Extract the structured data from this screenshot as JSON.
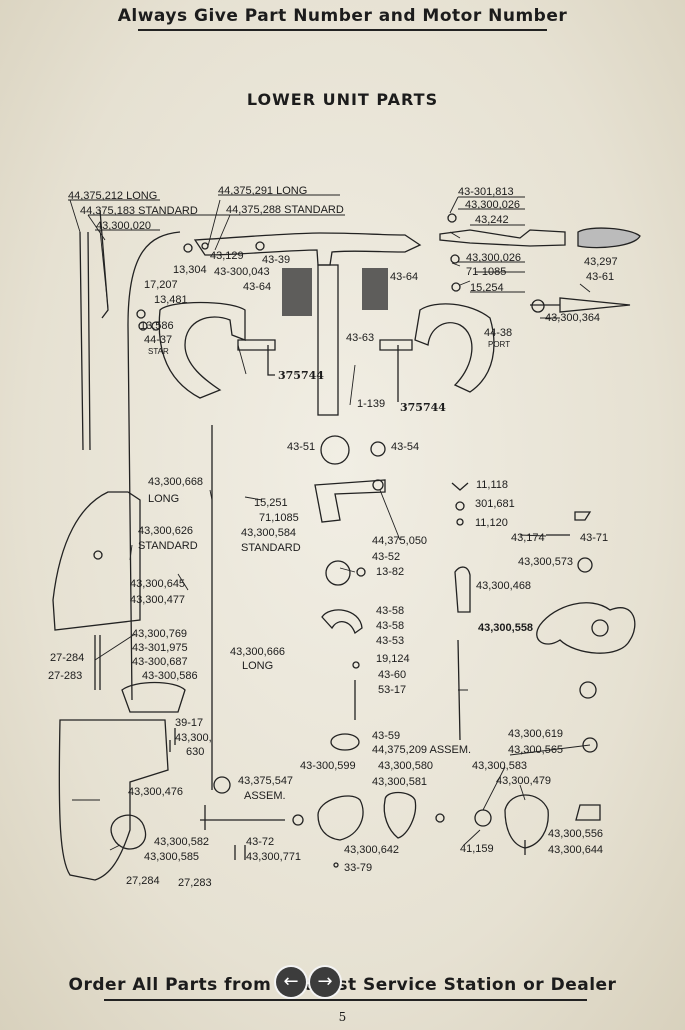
{
  "header": {
    "top": "Always Give Part Number and Motor Number",
    "title": "LOWER UNIT PARTS"
  },
  "footer": {
    "text": "Order All Parts from Nearest Service Station or Dealer",
    "page": "5"
  },
  "nav": {
    "prev_icon": "arrow-left-icon",
    "next_icon": "arrow-right-icon"
  },
  "labels": [
    "44,375,212  LONG",
    "44,375,183 STANDARD",
    "43,300,020",
    "44,375,291    LONG",
    "44,375,288 STANDARD",
    "43-301,813",
    "43,300,026",
    "43,242",
    "43,129",
    "43-39",
    "13,304",
    "43-300,043",
    "43-64",
    "43-64",
    "43,300,026",
    "71-1085",
    "15,254",
    "43,297",
    "43-61",
    "17,207",
    "13,481",
    "13,586",
    "44-37",
    "STAR",
    "43,300,364",
    "375744",
    "43-63",
    "44-38",
    "PORT",
    "375744",
    "1-139",
    "43-51",
    "43-54",
    "43,300,668",
    "LONG",
    "11,118",
    "301,681",
    "11,120",
    "15,251",
    "71,1085",
    "43,300,584",
    "43,300,626",
    "STANDARD",
    "STANDARD",
    "44,375,050",
    "43-52",
    "13-82",
    "43,174",
    "43-71",
    "43,300,573",
    "43,300,645",
    "43,300,477",
    "43,300,468",
    "43-58",
    "43-58",
    "43-53",
    "43,300,558",
    "43,300,769",
    "43-301,975",
    "43-300,687",
    "43-300,586",
    "27-284",
    "27-283",
    "43,300,666",
    "LONG",
    "19,124",
    "43-60",
    "53-17",
    "39-17",
    "43,300,",
    "630",
    "43-59",
    "44,375,209 ASSEM.",
    "43,300,619",
    "43,300,565",
    "43-300,599",
    "43,300,580",
    "43,300,581",
    "43,300,583",
    "43,300,479",
    "43,375,547",
    "ASSEM.",
    "43,300,476",
    "43,300,582",
    "43,300,585",
    "43-72",
    "43,300,771",
    "43,300,642",
    "33-79",
    "41,159",
    "43,300,556",
    "43,300,644",
    "27,284",
    "27,283"
  ]
}
